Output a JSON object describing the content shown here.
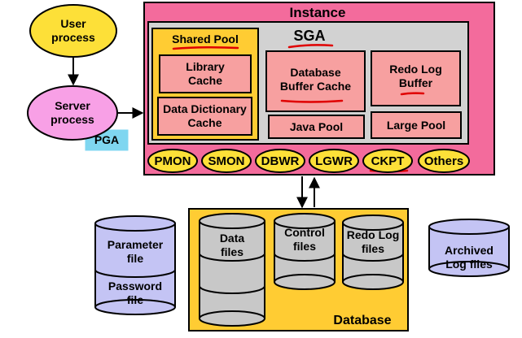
{
  "labels": {
    "user_process": "User\nprocess",
    "server_process": "Server\nprocess",
    "pga": "PGA",
    "instance": "Instance",
    "sga": "SGA",
    "shared_pool": "Shared Pool",
    "library_cache": "Library\nCache",
    "data_dictionary_cache": "Data Dictionary\nCache",
    "database_buffer_cache": "Database\nBuffer Cache",
    "redo_log_buffer": "Redo Log\nBuffer",
    "java_pool": "Java Pool",
    "large_pool": "Large Pool",
    "database": "Database",
    "data_files": "Data\nfiles",
    "control_files": "Control\nfiles",
    "redo_log_files": "Redo Log\nfiles",
    "parameter_file": "Parameter\nfile",
    "password_file": "Password\nfile",
    "archived_log_files": "Archived\nLog files"
  },
  "background_processes": [
    "PMON",
    "SMON",
    "DBWR",
    "LGWR",
    "CKPT",
    "Others"
  ],
  "colors": {
    "instance_fill": "#f36b9c",
    "sga_fill": "#d2d2d2",
    "shared_pool_fill": "#ffcc33",
    "buffer_fill": "#f7a0a0",
    "process_fill": "#fde038",
    "server_fill": "#f8a0e6",
    "pga_fill": "#7fd6f0",
    "database_fill": "#ffcc33",
    "disk_fill": "#c8c8c8",
    "file_disk_fill": "#c4c4f4",
    "underline": "#e00000"
  }
}
